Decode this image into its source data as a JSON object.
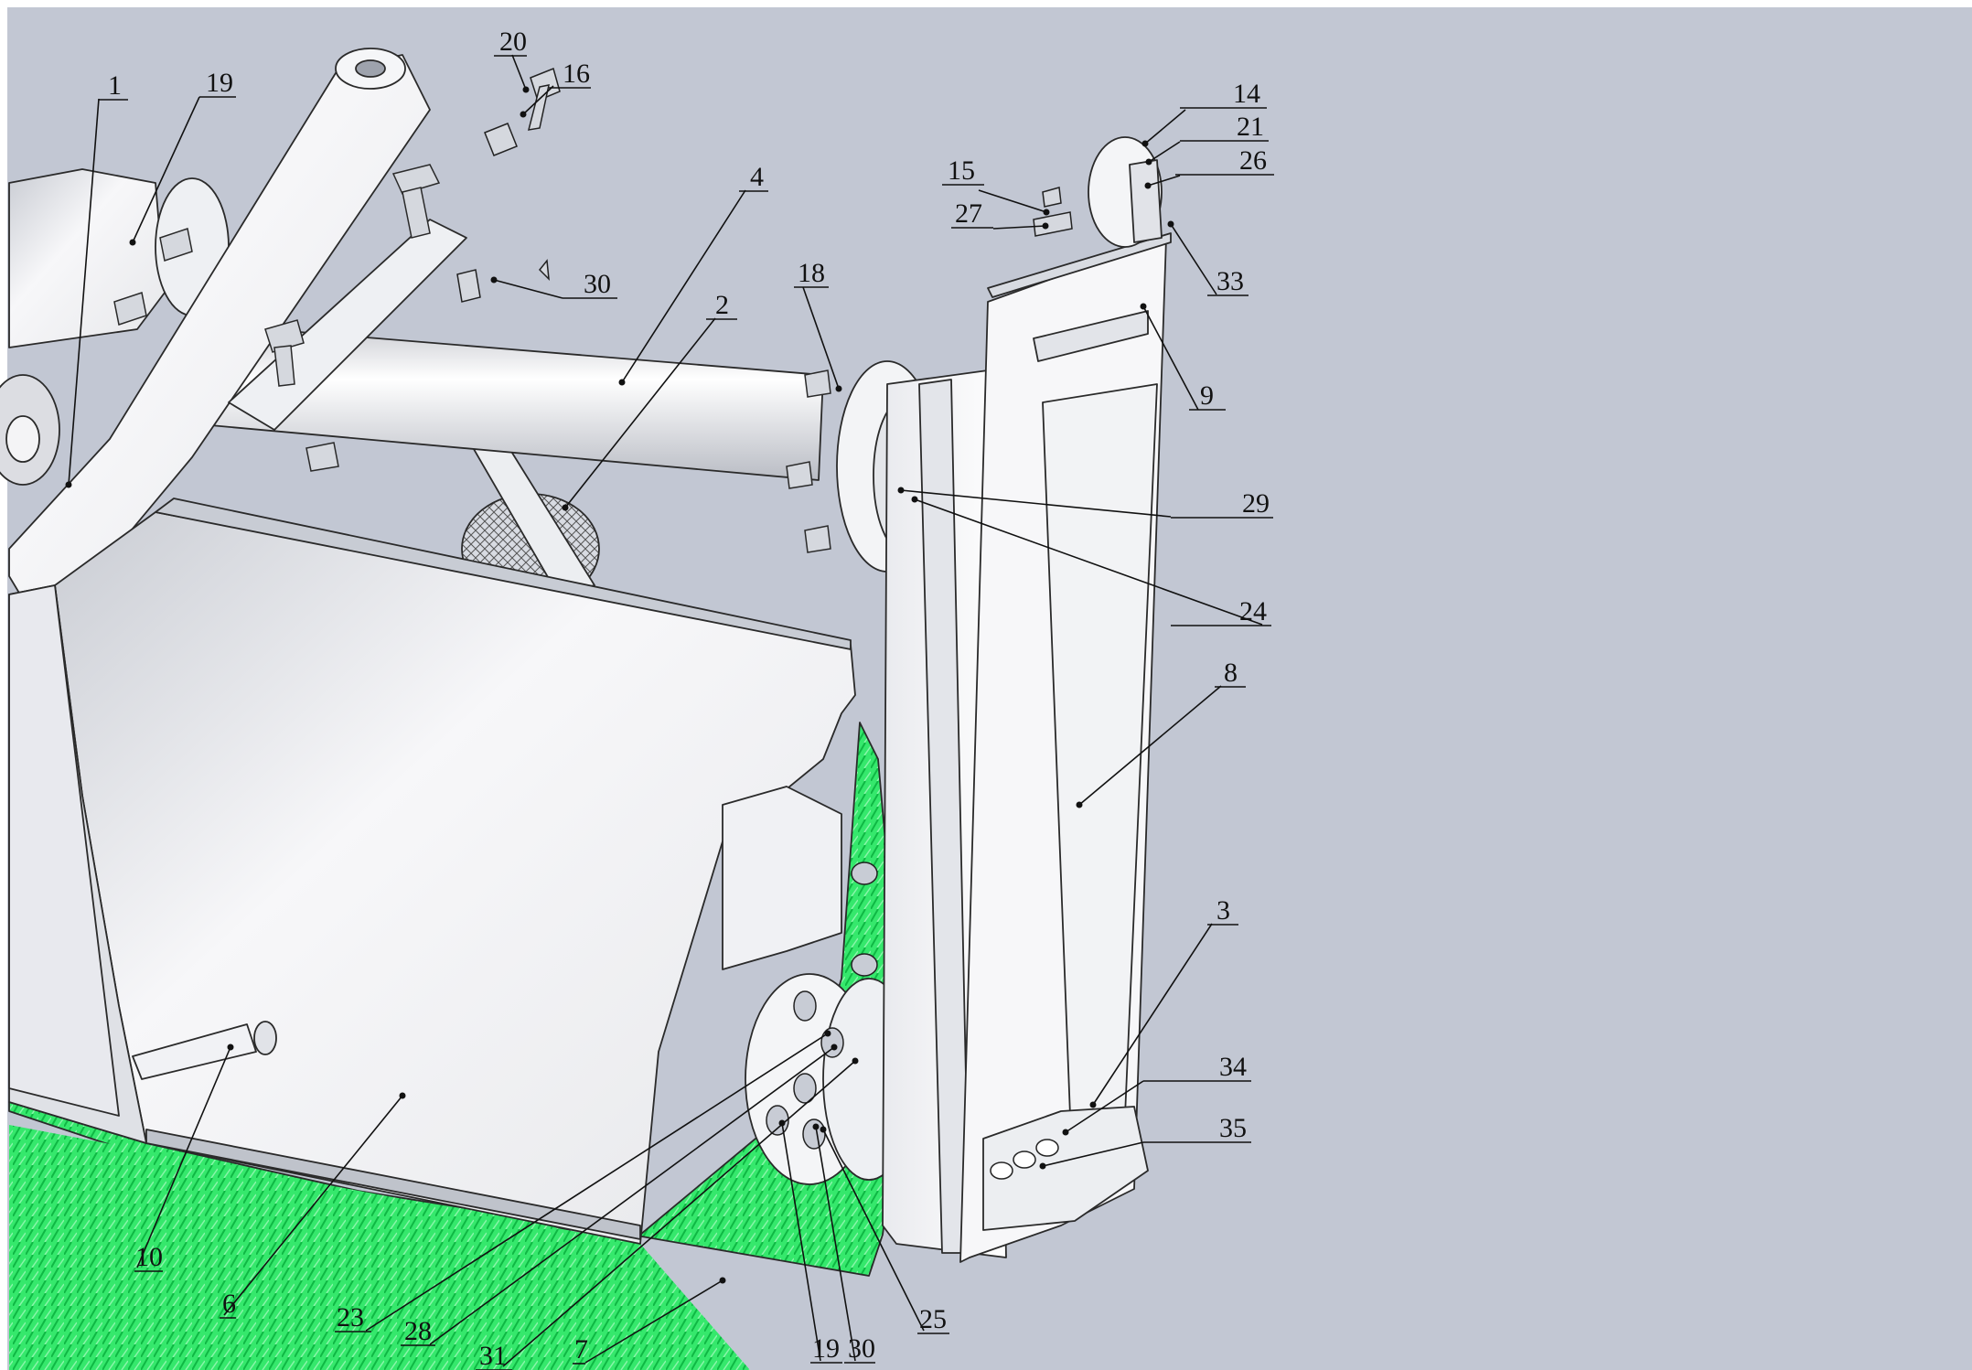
{
  "labels": [
    "1",
    "19",
    "20",
    "16",
    "4",
    "2",
    "18",
    "30",
    "15",
    "27",
    "14",
    "21",
    "26",
    "33",
    "9",
    "29",
    "24",
    "8",
    "3",
    "34",
    "35",
    "10",
    "6",
    "23",
    "28",
    "31",
    "7",
    "19",
    "30",
    "25"
  ]
}
